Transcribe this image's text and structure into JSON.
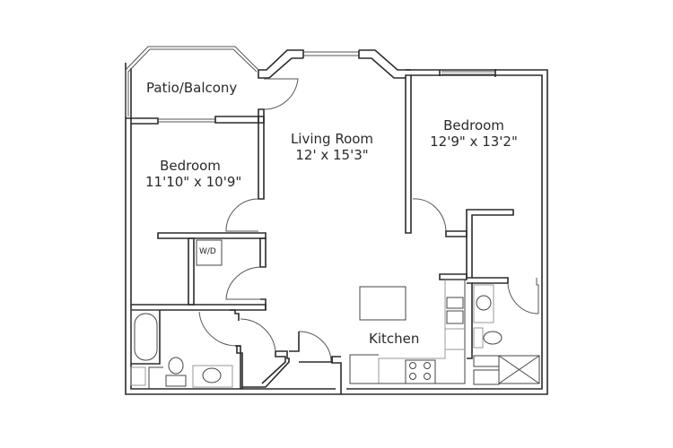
{
  "floorplan": {
    "rooms": [
      {
        "name": "Patio/Balcony",
        "dimensions": ""
      },
      {
        "name": "Living Room",
        "dimensions": "12' x 15'3\""
      },
      {
        "name": "Bedroom",
        "dimensions": "12'9\" x 13'2\""
      },
      {
        "name": "Bedroom",
        "dimensions": "11'10\" x 10'9\""
      },
      {
        "name": "Kitchen",
        "dimensions": ""
      }
    ],
    "appliance_labels": {
      "washer_dryer": "W/D"
    },
    "colors": {
      "wall": "#2b2b2b",
      "background": "#ffffff",
      "text": "#2a2a2a"
    }
  }
}
